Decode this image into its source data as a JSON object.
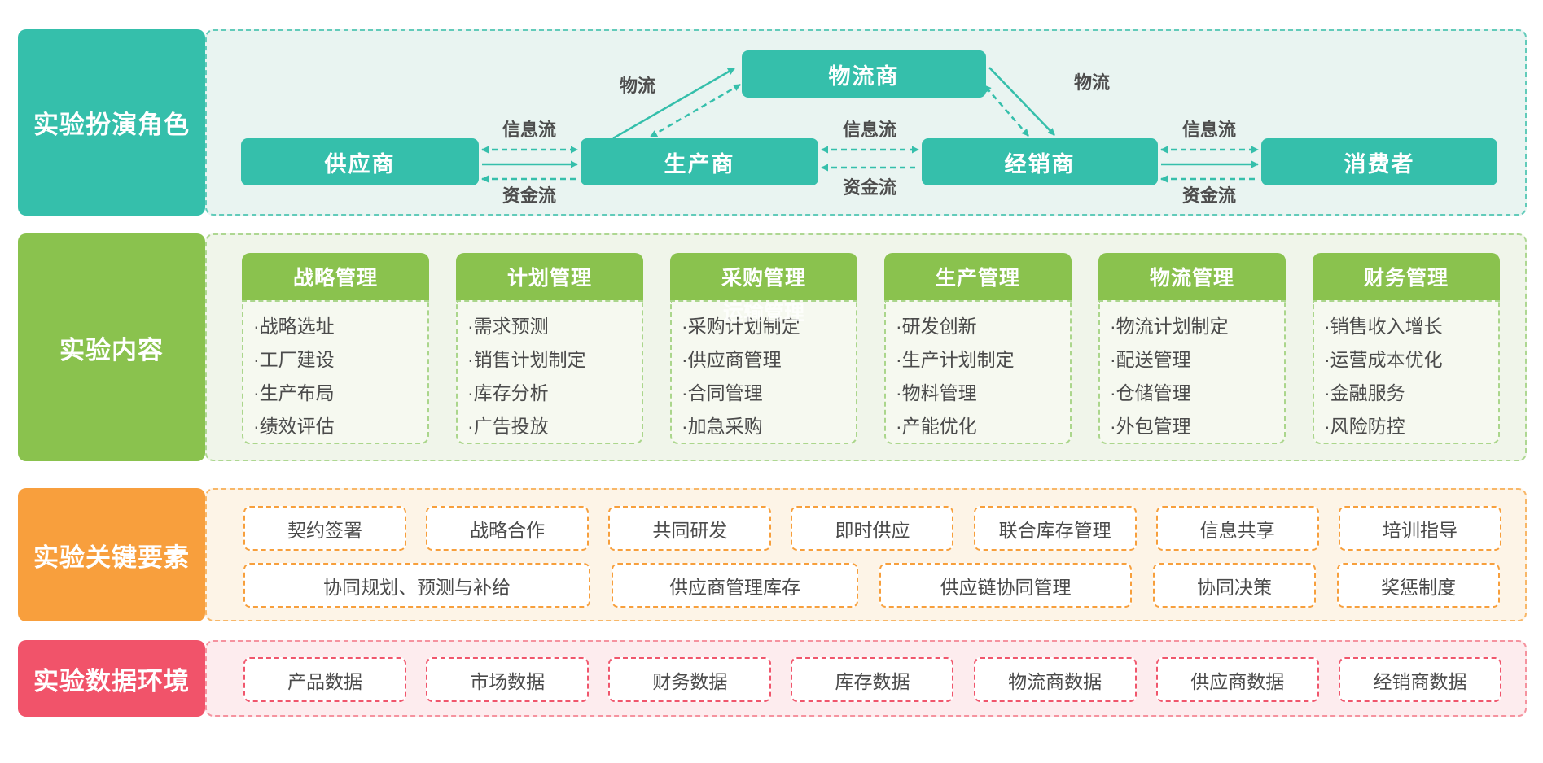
{
  "colors": {
    "teal": "#35BFAB",
    "green": "#8AC24E",
    "orange": "#F89F3D",
    "red": "#F1536A"
  },
  "roles_band": {
    "sidebar_label": "实验扮演角色",
    "nodes": {
      "logistics": "物流商",
      "supplier": "供应商",
      "producer": "生产商",
      "distributor": "经销商",
      "consumer": "消费者"
    },
    "labels": {
      "info1": "信息流",
      "money1": "资金流",
      "info2": "信息流",
      "money2": "资金流",
      "info3": "信息流",
      "money3": "资金流",
      "logi_left": "物流",
      "logi_right": "物流"
    }
  },
  "content_band": {
    "sidebar_label": "实验内容",
    "ghost_text": "运输管理",
    "columns": [
      {
        "title": "战略管理",
        "items": [
          "·战略选址",
          "·工厂建设",
          "·生产布局",
          "·绩效评估"
        ]
      },
      {
        "title": "计划管理",
        "items": [
          "·需求预测",
          "·销售计划制定",
          "·库存分析",
          "·广告投放"
        ]
      },
      {
        "title": "采购管理",
        "items": [
          "·采购计划制定",
          "·供应商管理",
          "·合同管理",
          "·加急采购"
        ]
      },
      {
        "title": "生产管理",
        "items": [
          "·研发创新",
          "·生产计划制定",
          "·物料管理",
          "·产能优化"
        ]
      },
      {
        "title": "物流管理",
        "items": [
          "·物流计划制定",
          "·配送管理",
          "·仓储管理",
          "·外包管理"
        ]
      },
      {
        "title": "财务管理",
        "items": [
          "·销售收入增长",
          "·运营成本优化",
          "·金融服务",
          "·风险防控"
        ]
      }
    ]
  },
  "elements_band": {
    "sidebar_label": "实验关键要素",
    "row1": [
      "契约签署",
      "战略合作",
      "共同研发",
      "即时供应",
      "联合库存管理",
      "信息共享",
      "培训指导"
    ],
    "row2": [
      "协同规划、预测与补给",
      "供应商管理库存",
      "供应链协同管理",
      "协同决策",
      "奖惩制度"
    ]
  },
  "data_band": {
    "sidebar_label": "实验数据环境",
    "items": [
      "产品数据",
      "市场数据",
      "财务数据",
      "库存数据",
      "物流商数据",
      "供应商数据",
      "经销商数据"
    ]
  }
}
